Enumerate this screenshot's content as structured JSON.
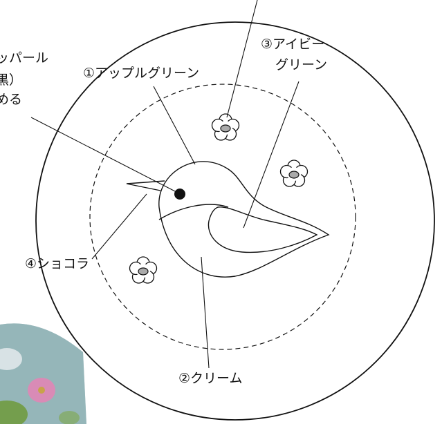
{
  "labels": {
    "apple_green": "①アップルグリーン",
    "ivy_green_line1": "③アイビー",
    "ivy_green_line2": "グリーン",
    "chocolat": "④ショコラ",
    "cream": "②クリーム",
    "pearl_line1": "ッパール",
    "pearl_line2": "黒）",
    "pearl_line3": "める"
  },
  "colors": {
    "line": "#111111",
    "eye": "#111111",
    "flower_center": "#aaaaaa",
    "fabric": "#8fb0b3"
  }
}
